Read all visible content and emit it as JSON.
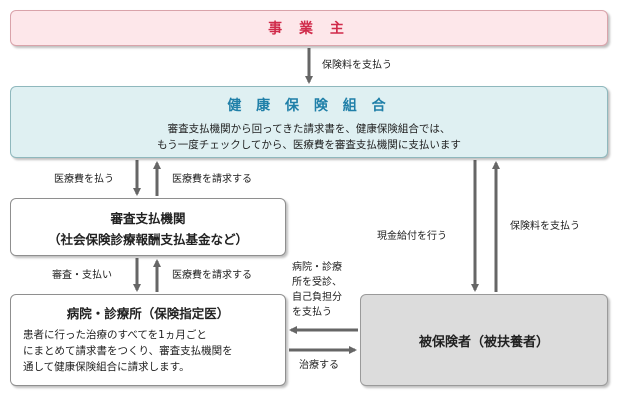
{
  "employer": {
    "label": "事 業 主"
  },
  "union": {
    "title": "健 康 保 険 組 合",
    "desc_line1": "審査支払機関から回ってきた請求書を、健康保険組合では、",
    "desc_line2": "もう一度チェックしてから、医療費を審査支払機関に支払います"
  },
  "review": {
    "line1": "審査支払機関",
    "line2": "（社会保険診療報酬支払基金など）"
  },
  "hospital": {
    "title": "病院・診療所（保険指定医）",
    "desc_line1": "患者に行った治療のすべてを1ヵ月ごと",
    "desc_line2": "にまとめて請求書をつくり、審査支払機関を",
    "desc_line3": "通して健康保険組合に請求します。"
  },
  "insured": {
    "label": "被保険者（被扶養者）"
  },
  "arrows": {
    "employer_pays": "保険料を支払う",
    "pay_medical": "医療費を払う",
    "request_medical_1": "医療費を請求する",
    "review_pay": "審査・支払い",
    "request_medical_2": "医療費を請求する",
    "cash_benefit": "現金給付を行う",
    "insured_pays": "保険料を支払う",
    "visit_line1": "病院・診療",
    "visit_line2": "所を受診、",
    "visit_line3": "自己負担分",
    "visit_line4": "を支払う",
    "treat": "治療する"
  },
  "colors": {
    "arrow": "#666666",
    "employer_text": "#d02b4a",
    "union_title": "#1f7fa8"
  }
}
